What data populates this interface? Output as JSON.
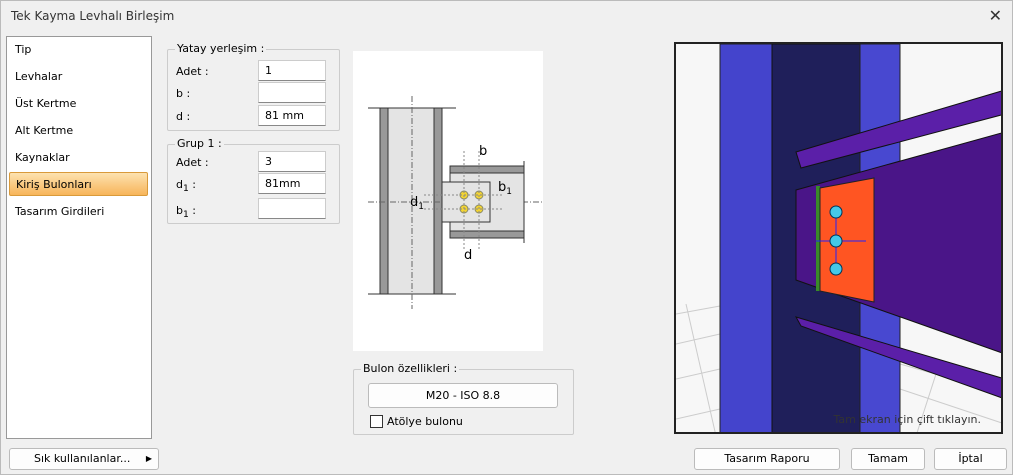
{
  "window": {
    "title": "Tek Kayma Levhalı Birleşim",
    "close_icon": "close-icon"
  },
  "sidebar": {
    "items": [
      {
        "label": "Tip"
      },
      {
        "label": "Levhalar"
      },
      {
        "label": "Üst Kertme"
      },
      {
        "label": "Alt Kertme"
      },
      {
        "label": "Kaynaklar"
      },
      {
        "label": "Kiriş Bulonları",
        "selected": true
      },
      {
        "label": "Tasarım Girdileri"
      }
    ]
  },
  "horizontal": {
    "title": "Yatay yerleşim :",
    "adet_label": "Adet :",
    "adet": "1",
    "b_label": "b :",
    "b": "",
    "d_label": "d :",
    "d": "81 mm"
  },
  "group1": {
    "title": "Grup 1 :",
    "adet_label": "Adet :",
    "adet": "3",
    "d1_label": "d",
    "d1_sub": "1",
    "d1_colon": " :",
    "d1": "81mm",
    "b1_label": "b",
    "b1_sub": "1",
    "b1_colon": " :",
    "b1": ""
  },
  "drawing_labels": {
    "b": "b",
    "b1": "b",
    "b1_sub": "1",
    "d1": "d",
    "d1_sub": "1",
    "d": "d"
  },
  "bolt": {
    "title": "Bulon özellikleri :",
    "spec": "M20 - ISO 8.8",
    "workshop_label": "Atölye bulonu",
    "workshop_checked": false
  },
  "view": {
    "hint": "Tam ekran için çift tıklayın."
  },
  "footer": {
    "favorites": "Sık kullanılanlar...",
    "report": "Tasarım Raporu",
    "ok": "Tamam",
    "cancel": "İptal"
  }
}
